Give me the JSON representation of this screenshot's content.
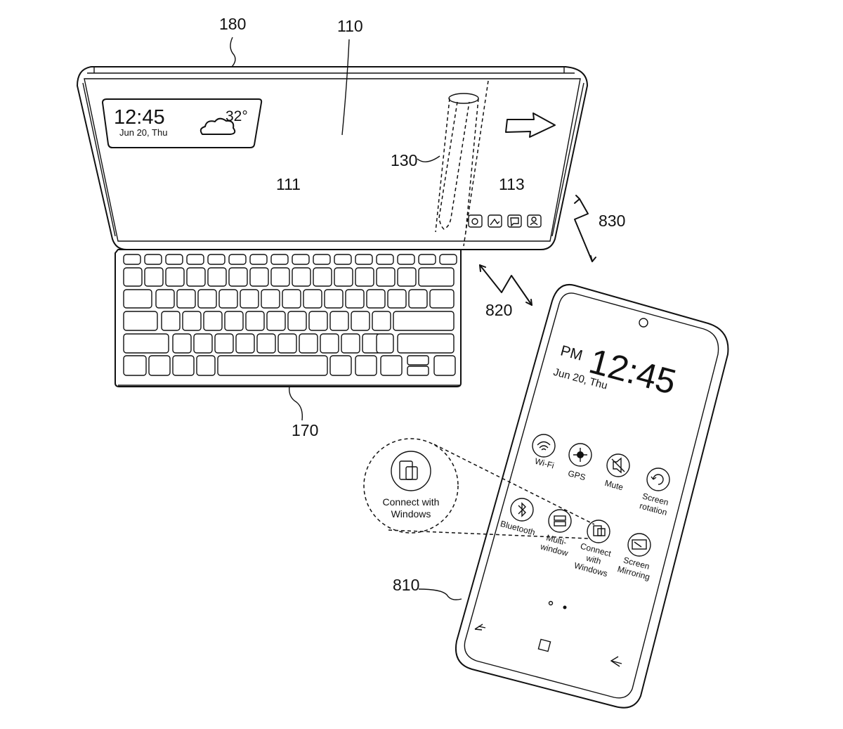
{
  "refs": {
    "r180": "180",
    "r110": "110",
    "r130": "130",
    "r111": "111",
    "r113": "113",
    "r830": "830",
    "r820": "820",
    "r170": "170",
    "r810": "810"
  },
  "tablet": {
    "widget_time": "12:45",
    "widget_date": "Jun 20, Thu",
    "widget_temp": "32°"
  },
  "phone": {
    "ampm": "PM",
    "time": "12:45",
    "date": "Jun 20, Thu",
    "tiles": [
      {
        "label1": "Wi-Fi",
        "label2": "",
        "icon": "wifi-icon"
      },
      {
        "label1": "GPS",
        "label2": "",
        "icon": "gps-icon"
      },
      {
        "label1": "Mute",
        "label2": "",
        "icon": "mute-icon"
      },
      {
        "label1": "Screen",
        "label2": "rotation",
        "icon": "rotation-icon"
      },
      {
        "label1": "Bluetooth",
        "label2": "",
        "icon": "bluetooth-icon"
      },
      {
        "label1": "Multi-",
        "label2": "window",
        "icon": "multiwindow-icon"
      },
      {
        "label1": "Connect",
        "label2": "with",
        "label3": "Windows",
        "icon": "connect-windows-icon"
      },
      {
        "label1": "Screen",
        "label2": "Mirroring",
        "icon": "mirroring-icon"
      }
    ]
  },
  "callout": {
    "line1": "Connect with",
    "line2": "Windows"
  }
}
